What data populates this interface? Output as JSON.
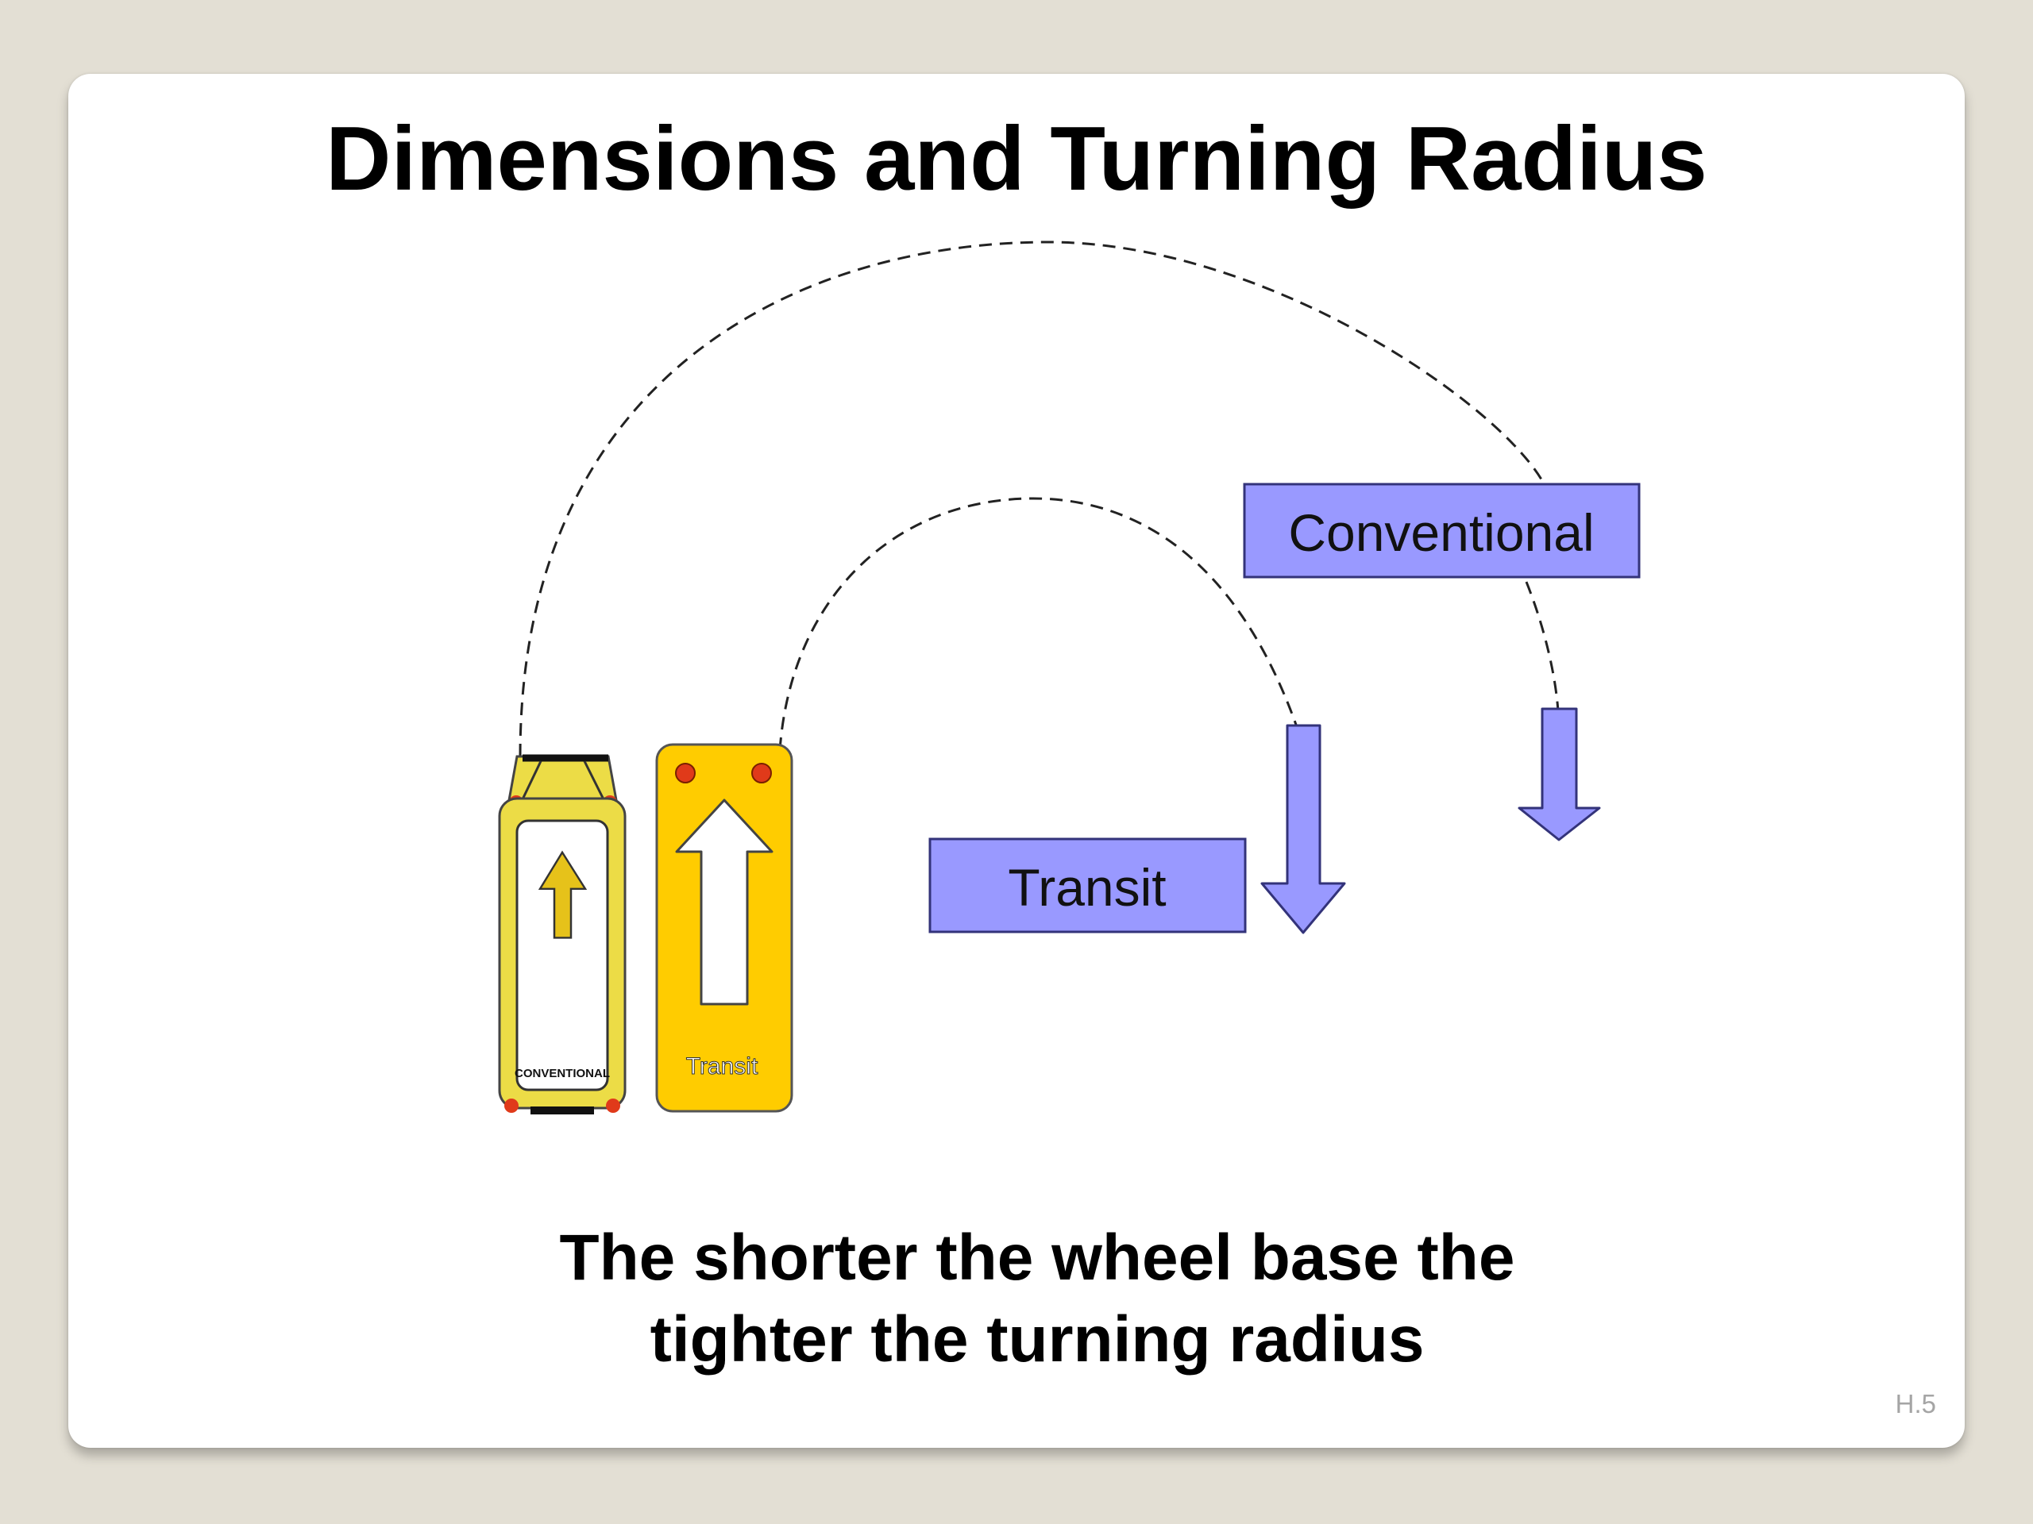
{
  "slide": {
    "title": "Dimensions and Turning Radius",
    "caption_line1": "The shorter the wheel base the",
    "caption_line2": "tighter the turning radius",
    "slide_number": "H.5"
  },
  "diagram": {
    "labels": {
      "conventional": "Conventional",
      "transit": "Transit"
    },
    "bus_labels": {
      "conventional": "CONVENTIONAL",
      "transit": "Transit"
    },
    "colors": {
      "label_box_fill": "#9999ff",
      "label_box_stroke": "#33337a",
      "arrow_fill": "#9999ff",
      "bus_yellow": "#ffcc00",
      "bus_conventional_yellow": "#ecdc46",
      "light_red": "#e03a1a"
    }
  }
}
